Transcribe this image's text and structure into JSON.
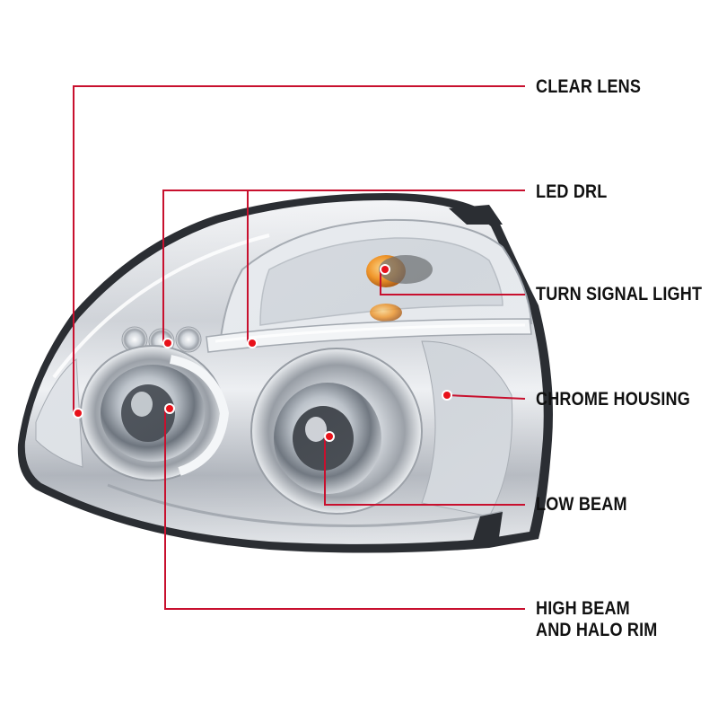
{
  "colors": {
    "callout_line": "#c8102e",
    "dot_fill": "#e8111a",
    "dot_ring": "#ffffff",
    "label_text": "#111111"
  },
  "diagram": {
    "image": "chrome projector headlight assembly",
    "callouts": [
      {
        "id": "clear-lens",
        "text": "CLEAR LENS"
      },
      {
        "id": "led-drl",
        "text": "LED DRL"
      },
      {
        "id": "turn-signal-light",
        "text": "TURN SIGNAL LIGHT"
      },
      {
        "id": "chrome-housing",
        "text": "CHROME HOUSING"
      },
      {
        "id": "low-beam",
        "text": "LOW BEAM"
      },
      {
        "id": "high-beam-and-halo-rim",
        "text": "HIGH BEAM",
        "text2": "AND HALO RIM"
      }
    ]
  }
}
